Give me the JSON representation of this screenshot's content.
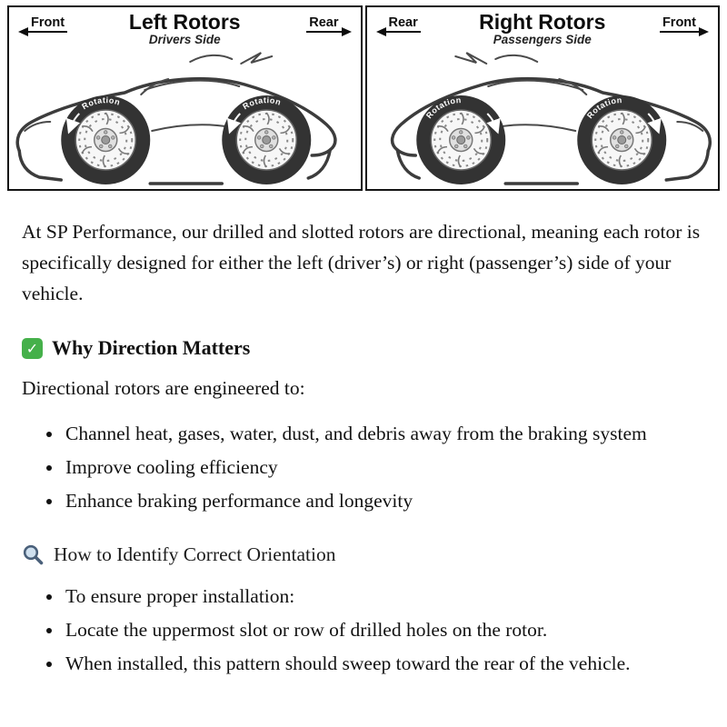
{
  "diagram": {
    "panels": [
      {
        "left_dir": "Front",
        "right_dir": "Rear",
        "title": "Left Rotors",
        "subtitle": "Drivers Side",
        "rotation_label": "Rotation"
      },
      {
        "left_dir": "Rear",
        "right_dir": "Front",
        "title": "Right Rotors",
        "subtitle": "Passengers Side",
        "rotation_label": "Rotation"
      }
    ]
  },
  "article": {
    "intro": "At SP Performance, our drilled and slotted rotors are directional, meaning each rotor is specifically designed for either the left (driver’s) or right (passenger’s) side of your vehicle.",
    "why_section": {
      "icon": "green-check-emoji",
      "heading": "Why Direction Matters",
      "lead": "Directional rotors are engineered to:",
      "bullets": [
        "Channel heat, gases, water, dust, and debris away from the braking system",
        "Improve cooling efficiency",
        "Enhance braking performance and longevity"
      ]
    },
    "identify_section": {
      "icon": "magnifying-glass-emoji",
      "heading": "How to Identify Correct Orientation",
      "bullets": [
        "To ensure proper installation:",
        "Locate the uppermost slot or row of drilled holes on the rotor.",
        "When installed, this pattern should sweep toward the rear of the vehicle."
      ]
    }
  }
}
